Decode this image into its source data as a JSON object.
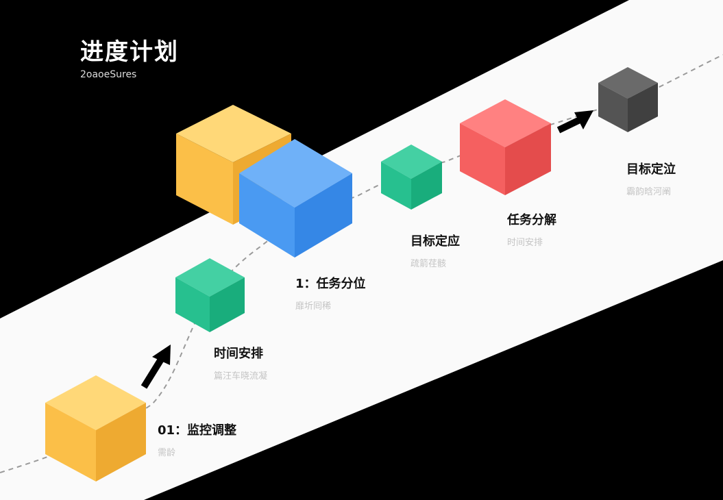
{
  "header": {
    "title": "进度计划",
    "subtitle": "2oaoeSures"
  },
  "colors": {
    "background": "#000000",
    "band": "#fafafa",
    "yellow": "#ffc24a",
    "blue": "#4396f0",
    "green": "#22bf8e",
    "red": "#f45a5a",
    "dark": "#4e4e4e",
    "arrow": "#000000",
    "path": "#9a9a9a"
  },
  "steps": [
    {
      "label": "01：监控调整",
      "sub": "需龄"
    },
    {
      "label": "时间安排",
      "sub": "篇汪车晓流凝"
    },
    {
      "label": "1：任务分位",
      "sub": "靡圻囘稀"
    },
    {
      "label": "目标定应",
      "sub": "疏箭荏骸"
    },
    {
      "label": "任务分解",
      "sub": "时间安排"
    },
    {
      "label": "目标定泣",
      "sub": "霸韵晗河阐"
    }
  ]
}
